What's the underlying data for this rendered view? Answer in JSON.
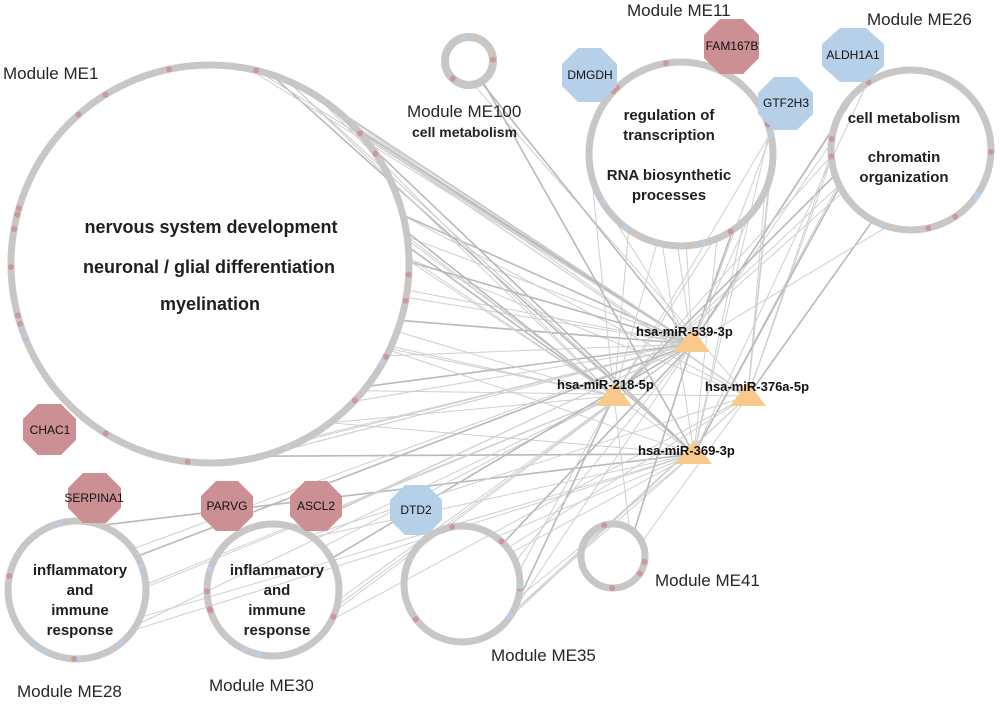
{
  "colors": {
    "ring": "#c9c6c6",
    "edge": "#cfcfcf",
    "gene_up": "#cc8f94",
    "gene_down": "#b7d0ea",
    "mirna": "#f8c98a"
  },
  "modules": {
    "me1": {
      "label": "Module ME1",
      "terms": [
        "nervous system development",
        "neuronal / glial differentiation",
        "myelination"
      ]
    },
    "me100": {
      "label": "Module ME100",
      "subtitle": "cell metabolism"
    },
    "me11": {
      "label": "Module ME11",
      "terms": [
        "regulation of",
        "transcription",
        "RNA biosynthetic",
        "processes"
      ]
    },
    "me26": {
      "label": "Module ME26",
      "terms": [
        "cell metabolism",
        "chromatin",
        "organization"
      ]
    },
    "me28": {
      "label": "Module ME28",
      "terms": [
        "inflammatory",
        "and",
        "immune",
        "response"
      ]
    },
    "me30": {
      "label": "Module ME30",
      "terms": [
        "inflammatory",
        "and",
        "immune",
        "response"
      ]
    },
    "me35": {
      "label": "Module ME35"
    },
    "me41": {
      "label": "Module ME41"
    }
  },
  "mirnas": {
    "mir539": "hsa-miR-539-3p",
    "mir218": "hsa-miR-218-5p",
    "mir376a": "hsa-miR-376a-5p",
    "mir369": "hsa-miR-369-3p"
  },
  "genes": {
    "fam167b": {
      "name": "FAM167B",
      "regulation": "up"
    },
    "aldh1a1": {
      "name": "ALDH1A1",
      "regulation": "down"
    },
    "dmgdh": {
      "name": "DMGDH",
      "regulation": "down"
    },
    "gtf2h3": {
      "name": "GTF2H3",
      "regulation": "down"
    },
    "chac1": {
      "name": "CHAC1",
      "regulation": "up"
    },
    "serpina1": {
      "name": "SERPINA1",
      "regulation": "up"
    },
    "parvg": {
      "name": "PARVG",
      "regulation": "up"
    },
    "ascl2": {
      "name": "ASCL2",
      "regulation": "up"
    },
    "dtd2": {
      "name": "DTD2",
      "regulation": "down"
    }
  }
}
